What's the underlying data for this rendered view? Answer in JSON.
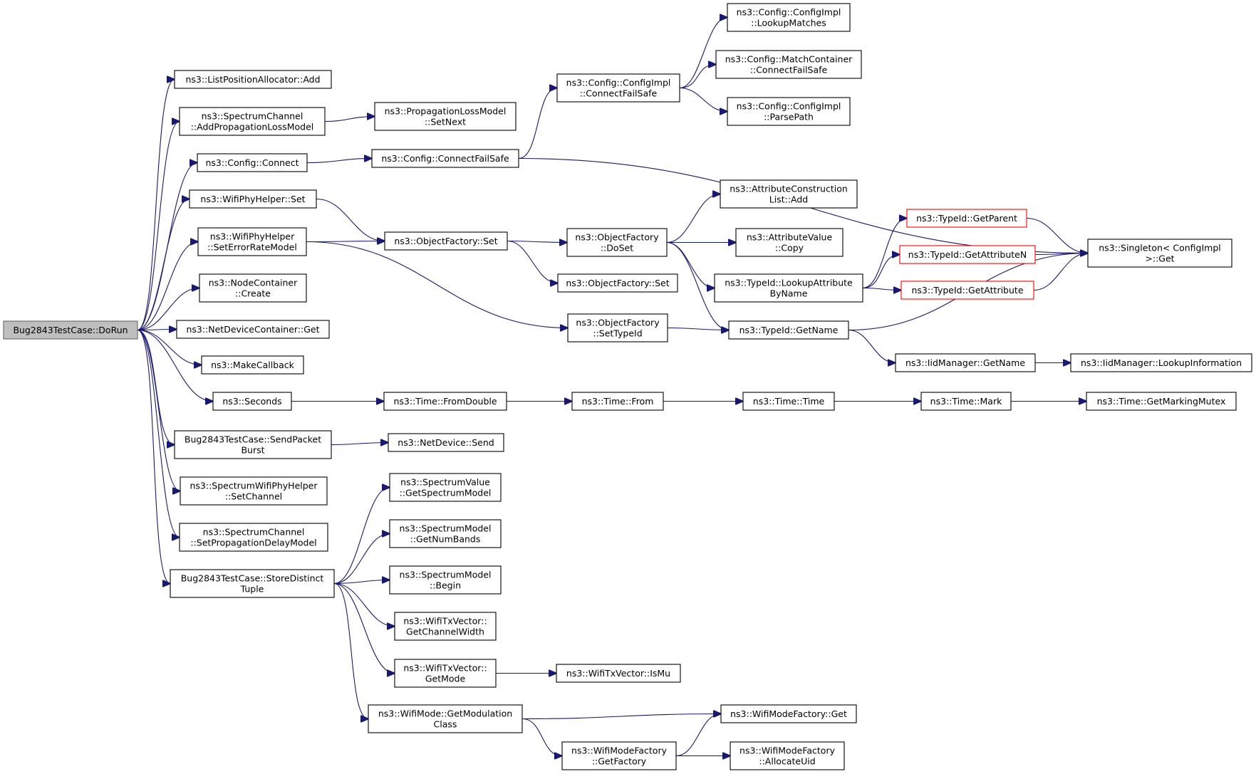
{
  "nodes": [
    {
      "id": "dorun",
      "lines": [
        "Bug2843TestCase::DoRun"
      ],
      "kind": "root"
    },
    {
      "id": "lpa_add",
      "lines": [
        "ns3::ListPositionAllocator::Add"
      ]
    },
    {
      "id": "sc_addplm",
      "lines": [
        "ns3::SpectrumChannel",
        "::AddPropagationLossModel"
      ]
    },
    {
      "id": "plm_setnext",
      "lines": [
        "ns3::PropagationLossModel",
        "::SetNext"
      ]
    },
    {
      "id": "cfg_connect",
      "lines": [
        "ns3::Config::Connect"
      ]
    },
    {
      "id": "cfg_cfs",
      "lines": [
        "ns3::Config::ConnectFailSafe"
      ]
    },
    {
      "id": "ci_cfs",
      "lines": [
        "ns3::Config::ConfigImpl",
        "::ConnectFailSafe"
      ]
    },
    {
      "id": "ci_lm",
      "lines": [
        "ns3::Config::ConfigImpl",
        "::LookupMatches"
      ]
    },
    {
      "id": "mc_cfs",
      "lines": [
        "ns3::Config::MatchContainer",
        "::ConnectFailSafe"
      ]
    },
    {
      "id": "ci_pp",
      "lines": [
        "ns3::Config::ConfigImpl",
        "::ParsePath"
      ]
    },
    {
      "id": "wph_set",
      "lines": [
        "ns3::WifiPhyHelper::Set"
      ]
    },
    {
      "id": "wph_serm",
      "lines": [
        "ns3::WifiPhyHelper",
        "::SetErrorRateModel"
      ]
    },
    {
      "id": "of_set",
      "lines": [
        "ns3::ObjectFactory::Set"
      ]
    },
    {
      "id": "of_doset",
      "lines": [
        "ns3::ObjectFactory",
        "::DoSet"
      ]
    },
    {
      "id": "of_set2",
      "lines": [
        "ns3::ObjectFactory::Set"
      ]
    },
    {
      "id": "acl_add",
      "lines": [
        "ns3::AttributeConstruction",
        "List::Add"
      ]
    },
    {
      "id": "av_copy",
      "lines": [
        "ns3::AttributeValue",
        "::Copy"
      ]
    },
    {
      "id": "tid_lan",
      "lines": [
        "ns3::TypeId::LookupAttribute",
        "ByName"
      ]
    },
    {
      "id": "tid_gp",
      "lines": [
        "ns3::TypeId::GetParent"
      ],
      "kind": "hidden-calls"
    },
    {
      "id": "tid_gan",
      "lines": [
        "ns3::TypeId::GetAttributeN"
      ],
      "kind": "hidden-calls"
    },
    {
      "id": "tid_ga",
      "lines": [
        "ns3::TypeId::GetAttribute"
      ],
      "kind": "hidden-calls"
    },
    {
      "id": "singleton",
      "lines": [
        "ns3::Singleton< ConfigImpl",
        " >::Get"
      ]
    },
    {
      "id": "nc_create",
      "lines": [
        "ns3::NodeContainer",
        "::Create"
      ]
    },
    {
      "id": "ndc_get",
      "lines": [
        "ns3::NetDeviceContainer::Get"
      ]
    },
    {
      "id": "of_settid",
      "lines": [
        "ns3::ObjectFactory",
        "::SetTypeId"
      ]
    },
    {
      "id": "tid_gn",
      "lines": [
        "ns3::TypeId::GetName"
      ]
    },
    {
      "id": "iid_gn",
      "lines": [
        "ns3::IidManager::GetName"
      ]
    },
    {
      "id": "iid_li",
      "lines": [
        "ns3::IidManager::LookupInformation"
      ]
    },
    {
      "id": "make_cb",
      "lines": [
        "ns3::MakeCallback"
      ]
    },
    {
      "id": "seconds",
      "lines": [
        "ns3::Seconds"
      ]
    },
    {
      "id": "t_fd",
      "lines": [
        "ns3::Time::FromDouble"
      ]
    },
    {
      "id": "t_from",
      "lines": [
        "ns3::Time::From"
      ]
    },
    {
      "id": "t_time",
      "lines": [
        "ns3::Time::Time"
      ]
    },
    {
      "id": "t_mark",
      "lines": [
        "ns3::Time::Mark"
      ]
    },
    {
      "id": "t_gmm",
      "lines": [
        "ns3::Time::GetMarkingMutex"
      ]
    },
    {
      "id": "spb",
      "lines": [
        "Bug2843TestCase::SendPacket",
        "Burst"
      ]
    },
    {
      "id": "nd_send",
      "lines": [
        "ns3::NetDevice::Send"
      ]
    },
    {
      "id": "swph_sc",
      "lines": [
        "ns3::SpectrumWifiPhyHelper",
        "::SetChannel"
      ]
    },
    {
      "id": "sc_spdm",
      "lines": [
        "ns3::SpectrumChannel",
        "::SetPropagationDelayModel"
      ]
    },
    {
      "id": "sdt",
      "lines": [
        "Bug2843TestCase::StoreDistinct",
        "Tuple"
      ]
    },
    {
      "id": "sv_gsm",
      "lines": [
        "ns3::SpectrumValue",
        "::GetSpectrumModel"
      ]
    },
    {
      "id": "sm_gnb",
      "lines": [
        "ns3::SpectrumModel",
        "::GetNumBands"
      ]
    },
    {
      "id": "sm_begin",
      "lines": [
        "ns3::SpectrumModel",
        "::Begin"
      ]
    },
    {
      "id": "tx_gcw",
      "lines": [
        "ns3::WifiTxVector::",
        "GetChannelWidth"
      ]
    },
    {
      "id": "tx_gm",
      "lines": [
        "ns3::WifiTxVector::",
        "GetMode"
      ]
    },
    {
      "id": "tx_ismu",
      "lines": [
        "ns3::WifiTxVector::IsMu"
      ]
    },
    {
      "id": "wm_gmc",
      "lines": [
        "ns3::WifiMode::GetModulation",
        "Class"
      ]
    },
    {
      "id": "wmf_get",
      "lines": [
        "ns3::WifiModeFactory::Get"
      ]
    },
    {
      "id": "wmf_gf",
      "lines": [
        "ns3::WifiModeFactory",
        "::GetFactory"
      ]
    },
    {
      "id": "wmf_au",
      "lines": [
        "ns3::WifiModeFactory",
        "::AllocateUid"
      ]
    }
  ],
  "edges": [
    {
      "from": "dorun",
      "to": "lpa_add"
    },
    {
      "from": "dorun",
      "to": "sc_addplm"
    },
    {
      "from": "dorun",
      "to": "cfg_connect"
    },
    {
      "from": "dorun",
      "to": "wph_set"
    },
    {
      "from": "dorun",
      "to": "wph_serm"
    },
    {
      "from": "dorun",
      "to": "nc_create"
    },
    {
      "from": "dorun",
      "to": "ndc_get"
    },
    {
      "from": "dorun",
      "to": "make_cb"
    },
    {
      "from": "dorun",
      "to": "seconds"
    },
    {
      "from": "dorun",
      "to": "spb"
    },
    {
      "from": "dorun",
      "to": "swph_sc"
    },
    {
      "from": "dorun",
      "to": "sc_spdm"
    },
    {
      "from": "dorun",
      "to": "sdt"
    },
    {
      "from": "sc_addplm",
      "to": "plm_setnext"
    },
    {
      "from": "cfg_connect",
      "to": "cfg_cfs"
    },
    {
      "from": "cfg_cfs",
      "to": "ci_cfs"
    },
    {
      "from": "cfg_cfs",
      "to": "singleton"
    },
    {
      "from": "ci_cfs",
      "to": "ci_lm"
    },
    {
      "from": "ci_cfs",
      "to": "mc_cfs"
    },
    {
      "from": "ci_cfs",
      "to": "ci_pp"
    },
    {
      "from": "wph_set",
      "to": "of_set"
    },
    {
      "from": "wph_serm",
      "to": "of_set"
    },
    {
      "from": "wph_serm",
      "to": "of_settid"
    },
    {
      "from": "of_set",
      "to": "of_doset"
    },
    {
      "from": "of_set",
      "to": "of_set2"
    },
    {
      "from": "of_doset",
      "to": "acl_add"
    },
    {
      "from": "of_doset",
      "to": "av_copy"
    },
    {
      "from": "of_doset",
      "to": "tid_lan"
    },
    {
      "from": "of_doset",
      "to": "tid_gn"
    },
    {
      "from": "tid_lan",
      "to": "tid_gp"
    },
    {
      "from": "tid_lan",
      "to": "tid_gan"
    },
    {
      "from": "tid_lan",
      "to": "tid_ga"
    },
    {
      "from": "tid_gp",
      "to": "singleton"
    },
    {
      "from": "tid_gan",
      "to": "singleton"
    },
    {
      "from": "tid_ga",
      "to": "singleton"
    },
    {
      "from": "of_settid",
      "to": "tid_gn"
    },
    {
      "from": "tid_gn",
      "to": "singleton"
    },
    {
      "from": "tid_gn",
      "to": "iid_gn"
    },
    {
      "from": "iid_gn",
      "to": "iid_li"
    },
    {
      "from": "seconds",
      "to": "t_fd"
    },
    {
      "from": "t_fd",
      "to": "t_from"
    },
    {
      "from": "t_from",
      "to": "t_time"
    },
    {
      "from": "t_time",
      "to": "t_mark"
    },
    {
      "from": "t_mark",
      "to": "t_gmm"
    },
    {
      "from": "spb",
      "to": "nd_send"
    },
    {
      "from": "sdt",
      "to": "sv_gsm"
    },
    {
      "from": "sdt",
      "to": "sm_gnb"
    },
    {
      "from": "sdt",
      "to": "sm_begin"
    },
    {
      "from": "sdt",
      "to": "tx_gcw"
    },
    {
      "from": "sdt",
      "to": "tx_gm"
    },
    {
      "from": "sdt",
      "to": "wm_gmc"
    },
    {
      "from": "tx_gm",
      "to": "tx_ismu"
    },
    {
      "from": "wm_gmc",
      "to": "wmf_get"
    },
    {
      "from": "wm_gmc",
      "to": "wmf_gf"
    },
    {
      "from": "wmf_gf",
      "to": "wmf_get"
    },
    {
      "from": "wmf_gf",
      "to": "wmf_au"
    }
  ]
}
